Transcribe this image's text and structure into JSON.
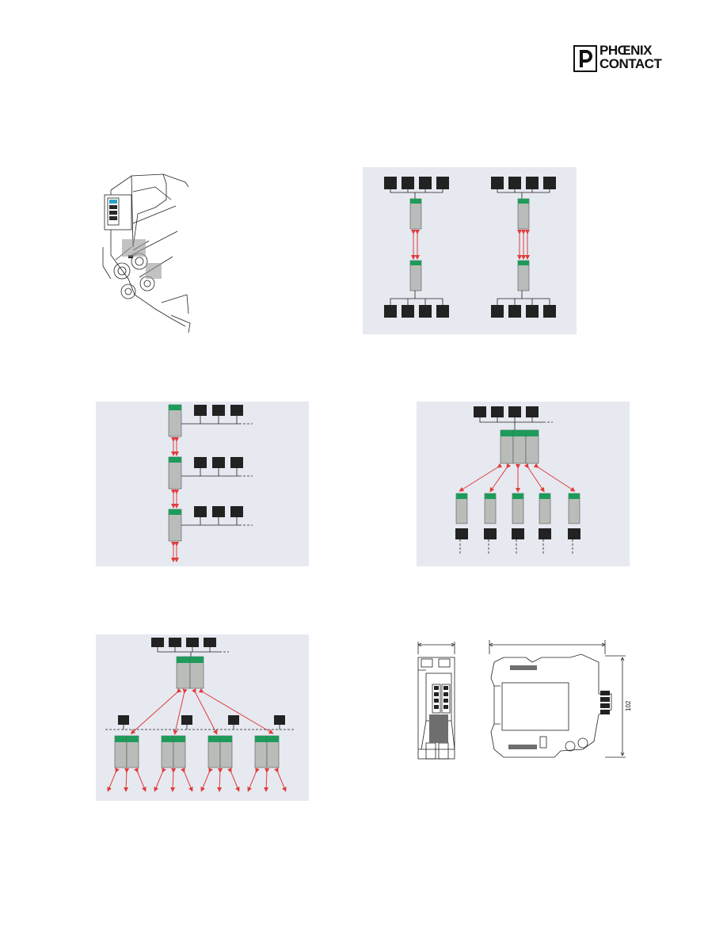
{
  "logo": {
    "line1": "PHŒNIX",
    "line2": "CONTACT"
  },
  "dimension_drawing": {
    "height_label": "102"
  },
  "colors": {
    "panel_bg": "#e6e9f0",
    "module_green": "#1e9b5a",
    "module_gray": "#b9bdb9",
    "link_red": "#e23b3b",
    "device_dark": "#222222"
  }
}
